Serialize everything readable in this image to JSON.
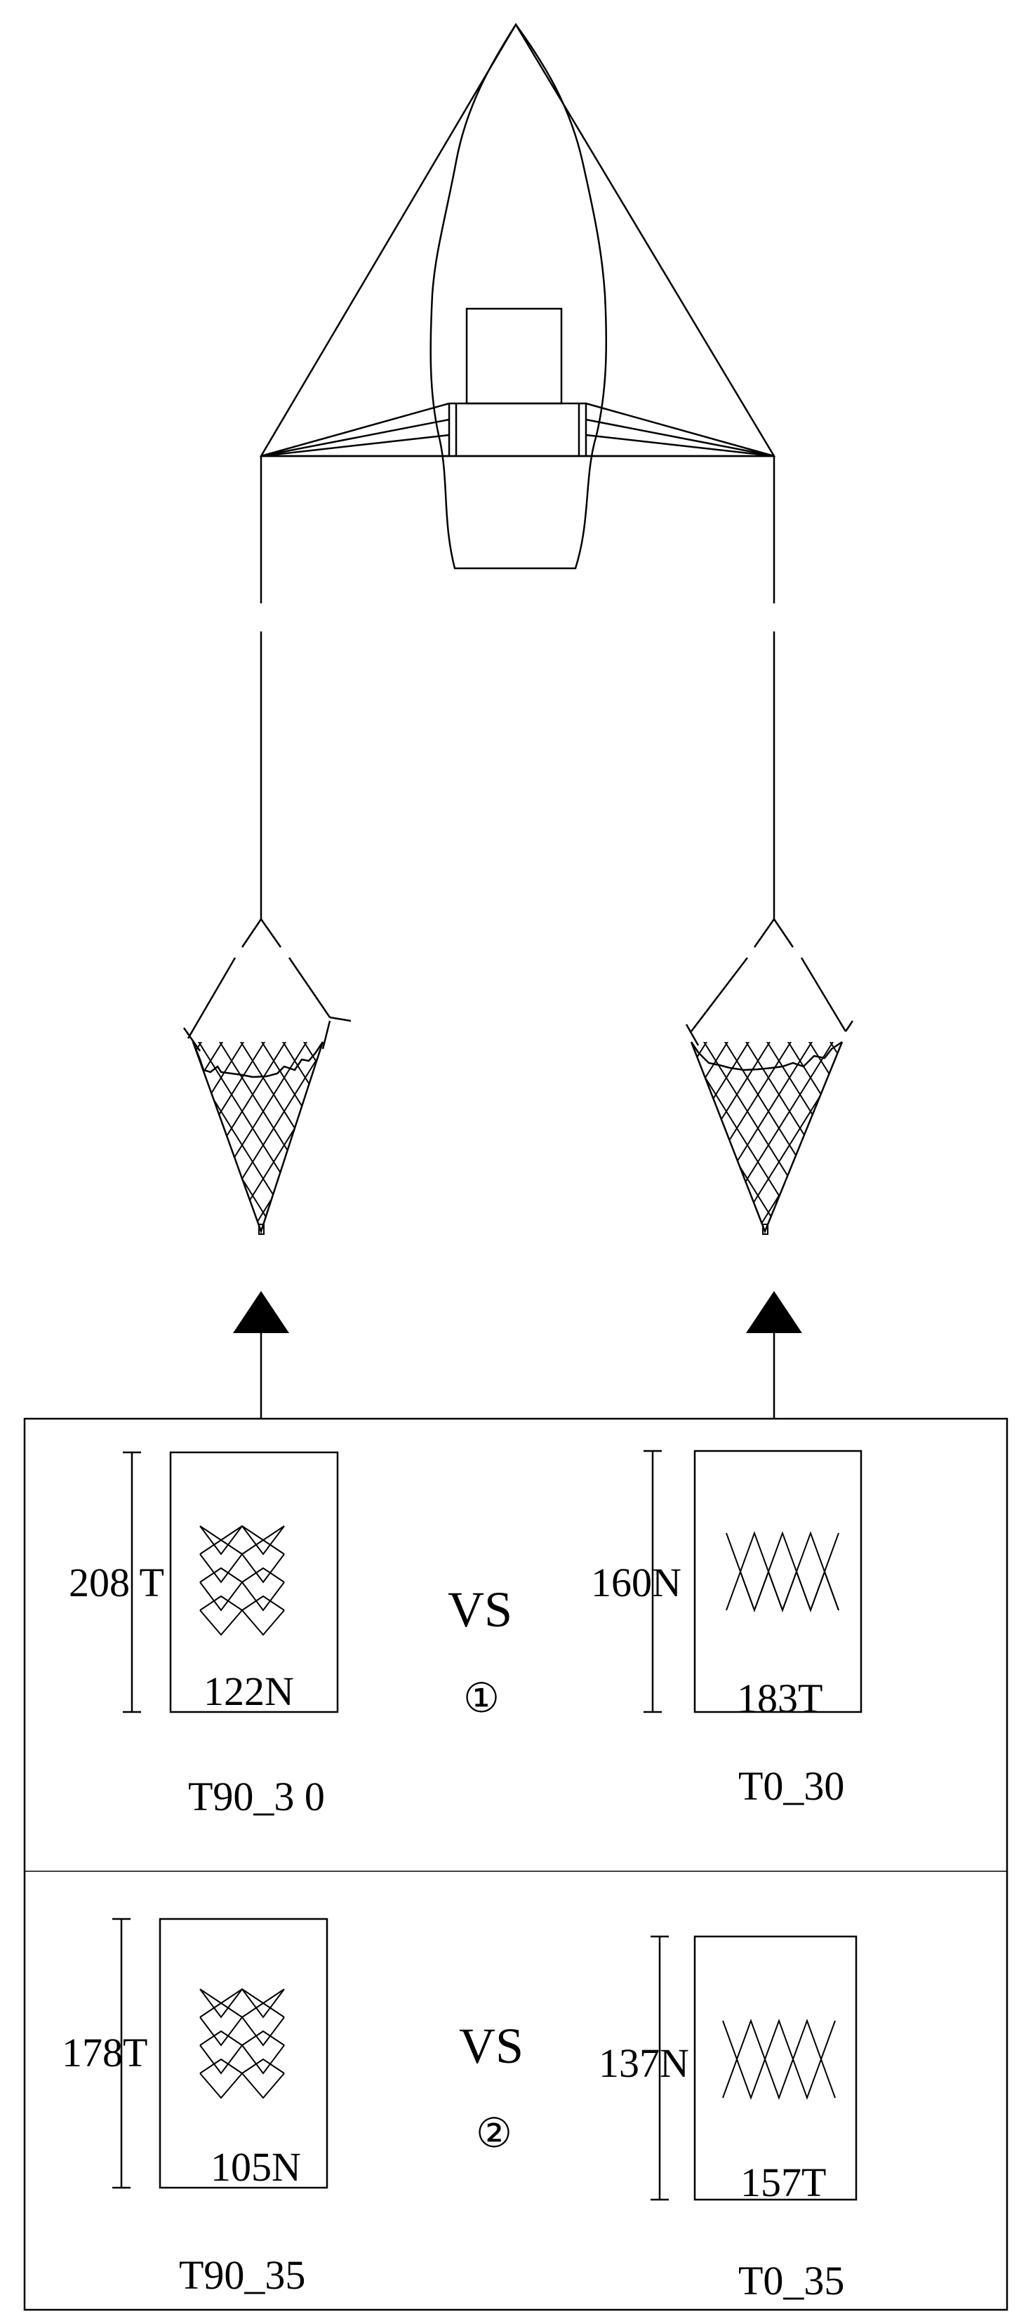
{
  "comparisons": [
    {
      "vs_label": "VS",
      "index_label": "①",
      "left": {
        "side_label": "208 T",
        "bottom_label": "122N",
        "name": "T90_3 0"
      },
      "right": {
        "side_label": "160N",
        "bottom_label": "183T",
        "name": "T0_30"
      }
    },
    {
      "vs_label": "VS",
      "index_label": "②",
      "left": {
        "side_label": "178T",
        "bottom_label": "105N",
        "name": "T90_35"
      },
      "right": {
        "side_label": "137N",
        "bottom_label": "157T",
        "name": "T0_35"
      }
    }
  ]
}
